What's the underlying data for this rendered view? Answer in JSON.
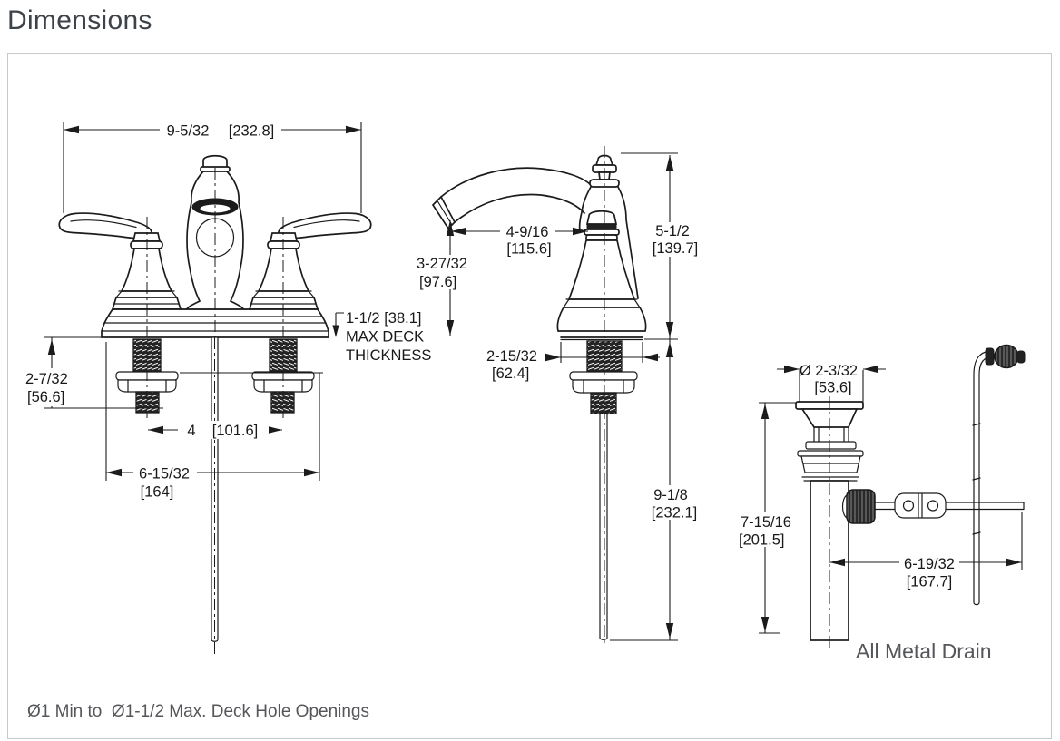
{
  "page": {
    "title": "Dimensions",
    "footnote": "Ø1 Min to  Ø1-1/2 Max. Deck Hole Openings"
  },
  "colors": {
    "line_art": "#1b1b1b",
    "dimension_text": "#191919",
    "muted_text": "#54565a",
    "title_text": "#3d4249",
    "panel_border": "#c8c9cc"
  },
  "front_view": {
    "overall_width_in": "9-5/32",
    "overall_width_mm": "[232.8]",
    "deck_thickness_line1": "1-1/2 [38.1]",
    "deck_thickness_line2": "MAX DECK",
    "deck_thickness_line3": "THICKNESS",
    "below_deck_height_in": "2-7/32",
    "below_deck_height_mm": "[56.6]",
    "faucet_centers_in": "4",
    "faucet_centers_mm": "[101.6]",
    "base_width_in": "6-15/32",
    "base_width_mm": "[164]"
  },
  "side_view": {
    "spout_reach_in": "4-9/16",
    "spout_reach_mm": "[115.6]",
    "spout_height_in": "3-27/32",
    "spout_height_mm": "[97.6]",
    "overall_height_in": "5-1/2",
    "overall_height_mm": "[139.7]",
    "base_depth_in": "2-15/32",
    "base_depth_mm": "[62.4]",
    "below_deck_length_in": "9-1/8",
    "below_deck_length_mm": "[232.1]"
  },
  "drain_view": {
    "flange_diameter_in": "Ø 2-3/32",
    "flange_diameter_mm": "[53.6]",
    "body_height_in": "7-15/16",
    "body_height_mm": "[201.5]",
    "rod_length_in": "6-19/32",
    "rod_length_mm": "[167.7]",
    "caption": "All Metal Drain"
  }
}
